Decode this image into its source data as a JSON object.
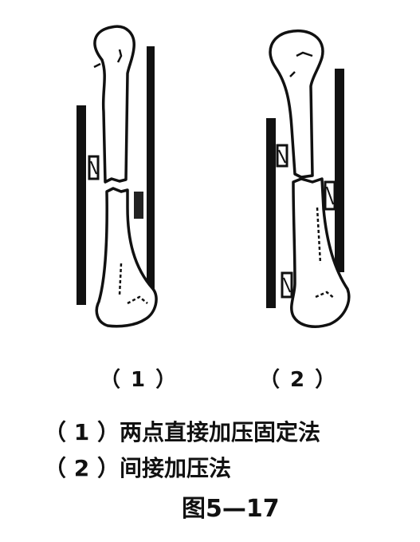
{
  "panels": [
    {
      "label": "（ 1 ）"
    },
    {
      "label": "（ 2 ）"
    }
  ],
  "captions": [
    {
      "text": "（ 1 ）两点直接加压固定法"
    },
    {
      "text": "（ 2 ）间接加压法"
    }
  ],
  "figure_number": "图5—17"
}
